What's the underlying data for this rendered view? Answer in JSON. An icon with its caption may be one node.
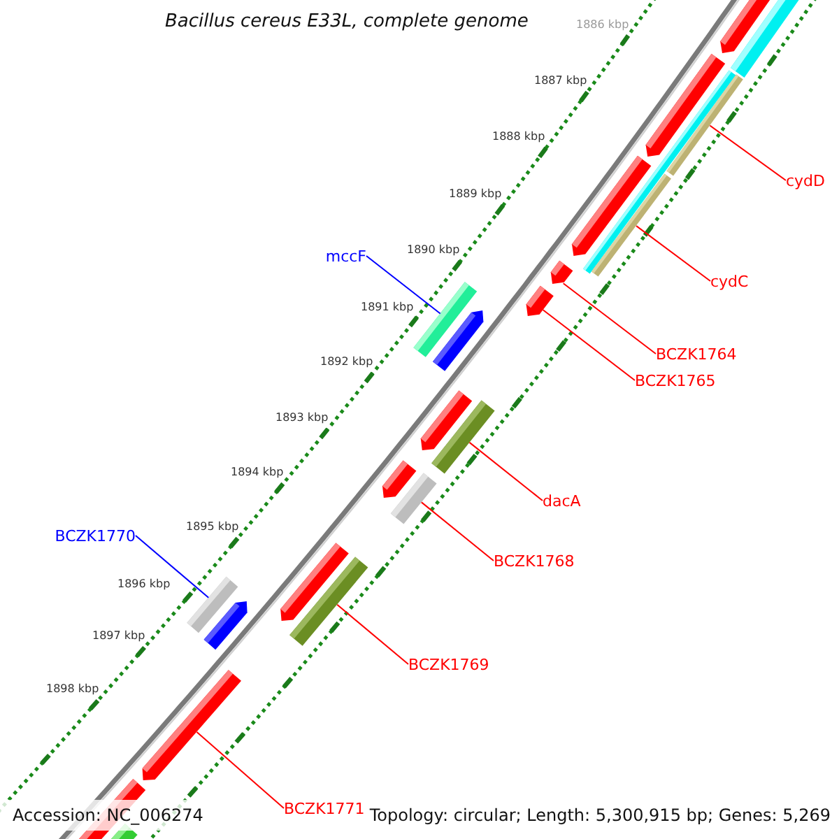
{
  "diagram": {
    "title": "Bacillus cereus E33L, complete genome",
    "nodes": [
      {
        "text": [],
        "shape": "bar"
      },
      {
        "text": [
          "cydD"
        ]
      },
      {
        "text": [],
        "shape": "bar"
      },
      {
        "text": [
          "cydC"
        ]
      },
      {
        "text": [
          "mccF"
        ]
      },
      {
        "text": [],
        "shape": "bar"
      },
      {
        "text": [],
        "shape": "bar"
      },
      {
        "text": [
          "BCZK1764"
        ]
      },
      {
        "text": [],
        "shape": "bar"
      },
      {
        "text": [
          "BCZK1765"
        ]
      },
      {
        "text": [],
        "shape": "bar"
      },
      {
        "text": [
          "dacA"
        ]
      },
      {
        "text": [],
        "shape": "bar"
      },
      {
        "text": [
          "BCZK1768"
        ]
      },
      {
        "text": [
          "BCZK1770"
        ]
      },
      {
        "text": [],
        "shape": "bar"
      },
      {
        "text": [],
        "shape": "bar"
      },
      {
        "text": [
          "BCZK1769"
        ]
      },
      {
        "text": [],
        "shape": "bar"
      },
      {
        "text": [
          "BCZK1771"
        ]
      }
    ],
    "edges": [
      {
        "from": 1,
        "to": 0,
        "arrow": "none"
      },
      {
        "from": 3,
        "to": 2,
        "arrow": "none"
      },
      {
        "from": 4,
        "to": 5,
        "arrow": "none",
        "color": "#0000ff"
      },
      {
        "from": 7,
        "to": 6,
        "arrow": "none"
      },
      {
        "from": 9,
        "to": 8,
        "arrow": "none"
      },
      {
        "from": 11,
        "to": 10,
        "arrow": "none"
      },
      {
        "from": 13,
        "to": 12,
        "arrow": "none"
      },
      {
        "from": 14,
        "to": 15,
        "arrow": "none",
        "color": "#0000ff"
      },
      {
        "from": 17,
        "to": 16,
        "arrow": "none"
      },
      {
        "from": 19,
        "to": 18,
        "arrow": "none"
      }
    ],
    "labels": [
      "1886 kbp",
      "1887 kbp",
      "1888 kbp",
      "1889 kbp",
      "1890 kbp",
      "1891 kbp",
      "1892 kbp",
      "1893 kbp",
      "1894 kbp",
      "1895 kbp",
      "1896 kbp",
      "1897 kbp",
      "1898 kbp",
      "Accession: NC_006274",
      "Topology: circular; Length: 5,300,915 bp; Genes: 5,269"
    ]
  }
}
